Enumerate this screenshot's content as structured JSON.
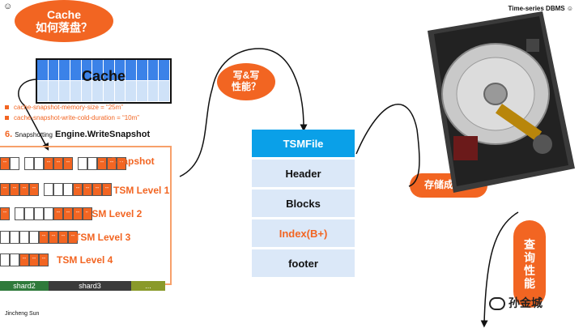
{
  "header": {
    "smile": "☺",
    "title": "Time-series DBMS ☺",
    "author": "Jincheng Sun"
  },
  "bubbles": {
    "cache": [
      "Cache",
      "如何落盘？"
    ],
    "rw": [
      "写&写",
      "性能？"
    ],
    "storage": "存储成本？",
    "query": [
      "查",
      "询",
      "性",
      "能"
    ]
  },
  "cache_box": {
    "label": "Cache"
  },
  "config": {
    "mem": "cache-snapshot-memory-size = “25m”",
    "cold": "cache-snapshot-write-cold-duration = “10m”"
  },
  "snapshot_header": {
    "num": "6.",
    "small": "Snapshotting",
    "main": "Engine.WriteSnapshot"
  },
  "levels": [
    "Snapshot",
    "TSM Level 1",
    "TSM Level 2",
    "TSM Level 3",
    "TSM Level 4"
  ],
  "cell_dots": "--",
  "shards": [
    "shard2",
    "shard3",
    "..."
  ],
  "tsm_file": [
    "TSMFile",
    "Header",
    "Blocks",
    "Index(B+)",
    "footer"
  ],
  "watermark": "孙金城",
  "colors": {
    "accent": "#f26522",
    "tsm_head": "#0aa0e8",
    "tsm_row": "#dbe8f8",
    "cache_top": "#3b82e8"
  },
  "icons": {
    "hdd": "hard-disk-image",
    "wechat": "wechat-icon"
  }
}
